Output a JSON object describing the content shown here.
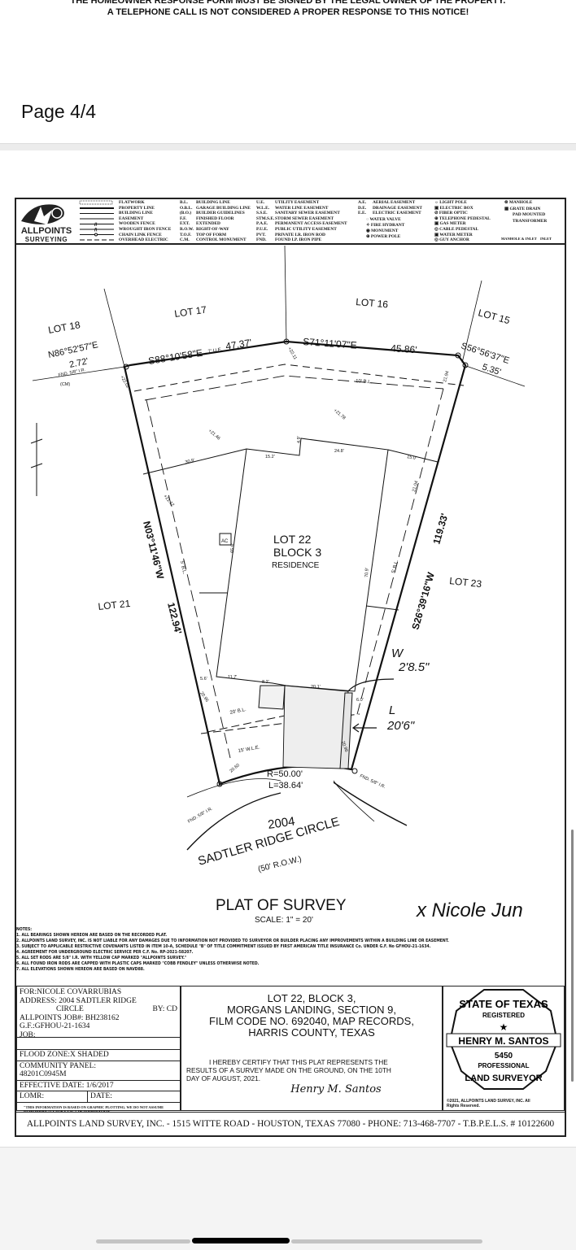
{
  "banner": {
    "line1": "THE HOMEOWNER RESPONSE FORM MUST BE SIGNED BY THE LEGAL OWNER OF THE PROPERTY.",
    "line2": "A TELEPHONE CALL IS NOT CONSIDERED A PROPER RESPONSE TO THIS NOTICE!"
  },
  "page_label": "Page 4/4",
  "legend": {
    "logo_text": "ALLPOINTS",
    "logo_sub": "SURVEYING",
    "line_types": [
      "FLATWORK",
      "PROPERTY LINE",
      "BUILDING LINE",
      "EASEMENT",
      "WOODEN FENCE",
      "WROUGHT IRON FENCE",
      "CHAIN LINK FENCE",
      "OVERHEAD ELECTRIC"
    ],
    "abbr1": [
      "B.L.",
      "O.B.L.",
      "(B.O.)",
      "F.F.",
      "EXT.",
      "R.O.W.",
      "T.O.F.",
      "C.M."
    ],
    "abbr1_desc": [
      "BUILDING LINE",
      "GARAGE BUILDING LINE",
      "BUILDER GUIDELINES",
      "FINISHED FLOOR",
      "EXTENDED",
      "RIGHT-OF-WAY",
      "TOP OF FORM",
      "CONTROL MONUMENT"
    ],
    "abbr2": [
      "U.E.",
      "W.L.E.",
      "S.S.E.",
      "STM.S.E.",
      "P.A.E.",
      "P.U.E.",
      "PVT.",
      "FND."
    ],
    "abbr2_desc": [
      "UTILITY EASEMENT",
      "WATER LINE EASEMENT",
      "SANITARY SEWER EASEMENT",
      "STORM SEWER EASEMENT",
      "PERMANENT ACCESS EASEMENT",
      "PUBLIC UTILITY EASEMENT",
      "PRIVATE   I.R.  IRON ROD",
      "FOUND    I.P.  IRON PIPE"
    ],
    "abbr3": [
      "A.E.",
      "D.E.",
      "E.E."
    ],
    "abbr3_desc": [
      "AERIAL EASEMENT",
      "DRAINAGE EASEMENT",
      "ELECTRIC EASEMENT"
    ],
    "symbols1": [
      "WATER VALVE",
      "FIRE HYDRANT",
      "MONUMENT",
      "POWER POLE"
    ],
    "symbols2": [
      "LIGHT POLE",
      "ELECTRIC BOX",
      "FIBER OPTIC",
      "TELEPHONE PEDESTAL",
      "GAS METER",
      "CABLE PEDESTAL",
      "WATER METER",
      "GUY ANCHOR"
    ],
    "symbols3": [
      "MANHOLE",
      "GRATE DRAIN",
      "PAD MOUNTED TRANSFORMER"
    ],
    "manhole_inlet": "MANHOLE & INLET",
    "inlet": "INLET"
  },
  "plat": {
    "lot18": "LOT 18",
    "lot17": "LOT 17",
    "lot16": "LOT 16",
    "lot15": "LOT 15",
    "lot21": "LOT 21",
    "lot23": "LOT 23",
    "bearing_left": "N86°52'57\"E",
    "dist_left": "2.72'",
    "bearing_top1": "S88°10'58\"E",
    "dist_top1": "47.37'",
    "bearing_top2": "S71°11'07\"E",
    "dist_top2": "45.86'",
    "bearing_right": "S56°56'37\"E",
    "dist_right": "5.35'",
    "bearing_west": "N03°11'46\"W",
    "dist_west": "122.94'",
    "bearing_east": "S26°39'16\"W",
    "dist_east": "119.33'",
    "fnd": "FND. 5/8\" I.R.",
    "cm": "(CM)",
    "ue": "7' U.E.",
    "bl10": "10' B.L.",
    "bl5": "5' B.L.",
    "bl20": "20' B.L.",
    "wle": "15' W.L.E.",
    "lot_title1": "LOT 22",
    "lot_title2": "BLOCK 3",
    "residence": "RESIDENCE",
    "ac": "AC",
    "dims": [
      "+22.02",
      "+22.11",
      "+21.78",
      "+21.46",
      "30.9'",
      "15.2'",
      "4.9'",
      "24.8'",
      "15.0'",
      "21.94",
      "+21.12",
      "21.04",
      "65.9'",
      "70.9'",
      "11.7'",
      "8.2'",
      "20.1'",
      "5.6'",
      "20.96",
      "6.0'",
      "20.60",
      "20.96"
    ],
    "curve_r": "R=50.00'",
    "curve_l": "L=38.64'",
    "address_num": "2004",
    "street": "SADTLER RIDGE CIRCLE",
    "row": "(50' R.O.W.)",
    "hand_w1": "W",
    "hand_w2": "2'8.5\"",
    "hand_l1": "L",
    "hand_l2": "20'6\"",
    "title": "PLAT OF SURVEY",
    "scale": "SCALE: 1\" = 20'",
    "owner_signature": "x Nicole Jun"
  },
  "notes": {
    "heading": "NOTES:",
    "items": [
      "1.  ALL BEARINGS SHOWN HEREON ARE BASED ON THE RECORDED PLAT.",
      "2.  ALLPOINTS LAND SURVEY, INC. IS NOT LIABLE FOR ANY DAMAGES DUE TO INFORMATION NOT PROVIDED TO SURVEYOR OR BUILDER PLACING ANY IMPROVEMENTS WITHIN A BUILDING LINE OR EASEMENT.",
      "3.  SUBJECT TO APPLICABLE RESTRICTIVE COVENANTS LISTED IN ITEM 10-A, SCHEDULE \"B\" OF TITLE COMMITMENT ISSUED BY FIRST AMERICAN TITLE INSURANCE Co. UNDER G.F. No GFHOU-21-1634.",
      "4.  AGREEMENT FOR UNDERGROUND ELECTRIC SERVICE PER C.F. No. RP-2021-58207.",
      "5.  ALL SET RODS ARE 5/8\" I.R. WITH YELLOW CAP MARKED \"ALLPOINTS SURVEY.\"",
      "6.  ALL FOUND IRON RODS ARE CAPPED WITH PLASTIC CAPS MARKED \"COBB FENDLEY\" UNLESS OTHERWISE NOTED.",
      "7.  ALL ELEVATIONS SHOWN HEREON ARE BASED ON NAVD88."
    ]
  },
  "title_block": {
    "for": "FOR:NICOLE COVARRUBIAS",
    "address": "ADDRESS: 2004 SADTLER RIDGE",
    "address2": "CIRCLE",
    "by": "BY: CD",
    "job_no": "ALLPOINTS JOB#: BH238162",
    "gf": "G.F.:GFHOU-21-1634",
    "job": "JOB:",
    "flood_zone": "FLOOD ZONE:X SHADED",
    "community_panel": "COMMUNITY PANEL:",
    "panel_no": "48201C0945M",
    "effective_date": "EFFECTIVE DATE: 1/6/2017",
    "lomr": "LOMR:",
    "date": "DATE:",
    "disclaimer": "\"THIS INFORMATION IS BASED ON GRAPHIC PLOTTING. WE DO NOT ASSUME RESPONSIBILITY FOR EXACT DETERMINATION\"",
    "legal1": "LOT 22, BLOCK 3,",
    "legal2": "MORGANS LANDING, SECTION 9,",
    "legal3": "FILM CODE NO. 692040, MAP RECORDS,",
    "legal4": "HARRIS COUNTY, TEXAS",
    "certify1": "I HEREBY CERTIFY THAT THIS PLAT REPRESENTS THE",
    "certify2": "RESULTS OF A SURVEY MADE ON THE GROUND, ON THE 10TH",
    "certify3": "DAY OF AUGUST, 2021.",
    "surveyor_signature": "Henry M. Santos",
    "seal_top": "STATE OF TEXAS",
    "seal_registered": "REGISTERED",
    "seal_name": "HENRY M. SANTOS",
    "seal_number": "5450",
    "seal_prof": "PROFESSIONAL",
    "seal_bottom": "LAND SURVEYOR",
    "copyright": "©2021, ALLPOINTS LAND SURVEY, INC. All Rights Reserved."
  },
  "footer": "ALLPOINTS LAND SURVEY, INC. - 1515 WITTE ROAD - HOUSTON, TEXAS 77080 - PHONE: 713-468-7707 - T.B.P.E.L.S. # 10122600"
}
